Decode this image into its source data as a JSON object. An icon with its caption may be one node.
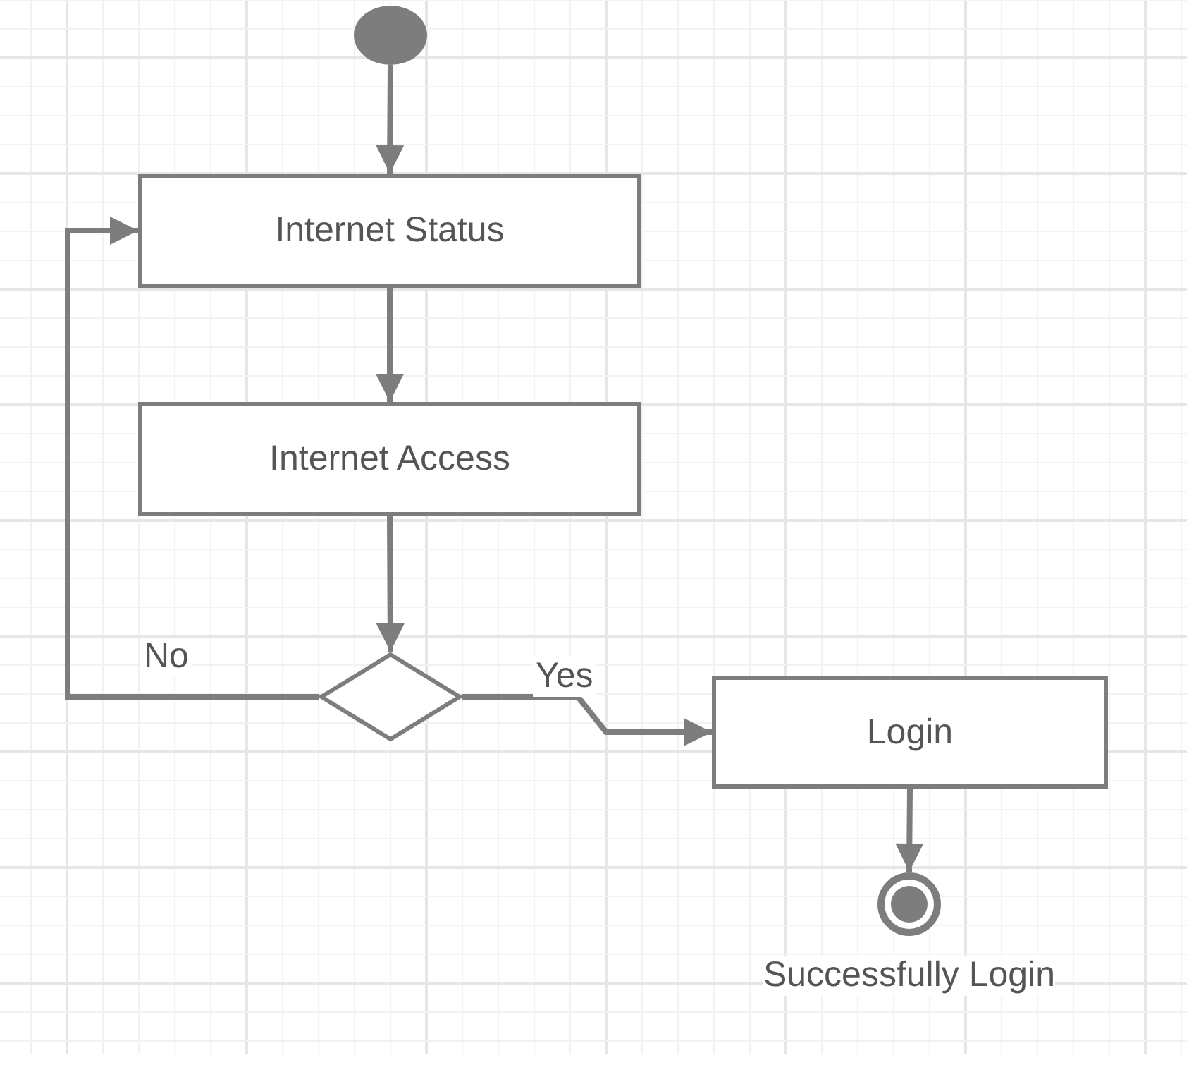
{
  "diagram": {
    "nodes": [
      {
        "text": [],
        "shape": "circle"
      },
      {
        "text": [
          "Internet Status"
        ]
      },
      {
        "text": [
          "Internet Access"
        ]
      },
      {
        "text": [],
        "shape": "diamond"
      },
      {
        "text": [
          "Login"
        ]
      },
      {
        "text": [],
        "shape": "circle",
        "beside": [
          "Successfully Login"
        ]
      }
    ],
    "edges": [
      {
        "from": 0,
        "to": 1,
        "arrow": "to"
      },
      {
        "from": 1,
        "to": 2,
        "arrow": "to"
      },
      {
        "from": 2,
        "to": 3,
        "arrow": "to"
      },
      {
        "from": 3,
        "to": 1,
        "arrow": "to",
        "label": "No"
      },
      {
        "from": 3,
        "to": 4,
        "arrow": "to",
        "label": "Yes"
      },
      {
        "from": 4,
        "to": 5,
        "arrow": "to"
      }
    ]
  }
}
